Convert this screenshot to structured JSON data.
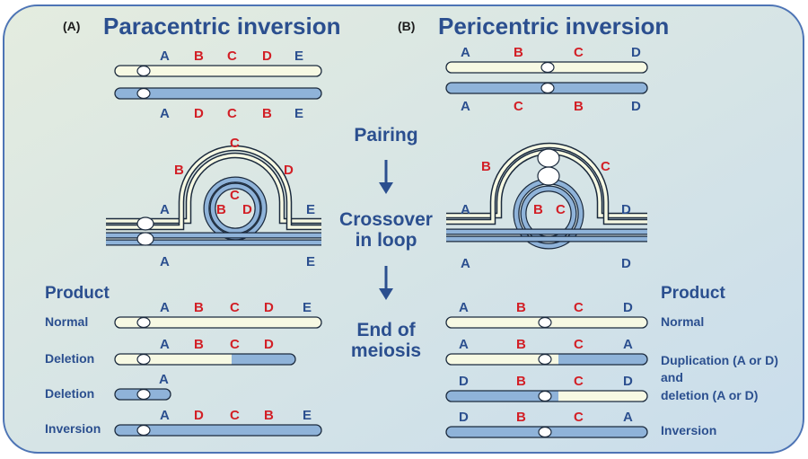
{
  "panel_a": {
    "tag": "(A)",
    "title": "Paracentric inversion",
    "top_chromosome": [
      "A",
      "B",
      "C",
      "D",
      "E"
    ],
    "bottom_chromosome": [
      "A",
      "D",
      "C",
      "B",
      "E"
    ],
    "loop_outer": [
      "C",
      "B",
      "D",
      "A",
      "E"
    ],
    "loop_inner": [
      "C",
      "B",
      "D"
    ],
    "loop_bottom": [
      "A",
      "E"
    ],
    "product_heading": "Product",
    "products": [
      {
        "label": "Normal",
        "genes": [
          "A",
          "B",
          "C",
          "D",
          "E"
        ]
      },
      {
        "label": "Deletion",
        "genes": [
          "A",
          "B",
          "C",
          "D"
        ]
      },
      {
        "label": "Deletion",
        "genes": [
          "A"
        ]
      },
      {
        "label": "Inversion",
        "genes": [
          "A",
          "D",
          "C",
          "B",
          "E"
        ]
      }
    ]
  },
  "panel_b": {
    "tag": "(B)",
    "title": "Pericentric inversion",
    "top_chromosome": [
      "A",
      "B",
      "C",
      "D"
    ],
    "bottom_chromosome": [
      "A",
      "C",
      "B",
      "D"
    ],
    "loop_outer": [
      "B",
      "C",
      "A",
      "D"
    ],
    "loop_inner": [
      "B",
      "C"
    ],
    "loop_bottom": [
      "A",
      "D"
    ],
    "product_heading": "Product",
    "products": [
      {
        "genes": [
          "A",
          "B",
          "C",
          "D"
        ]
      },
      {
        "genes": [
          "A",
          "B",
          "C",
          "A"
        ]
      },
      {
        "genes": [
          "D",
          "B",
          "C",
          "D"
        ]
      },
      {
        "genes": [
          "D",
          "B",
          "C",
          "A"
        ]
      }
    ],
    "product_labels": {
      "normal": "Normal",
      "dup_line1": "Duplication (A or D)",
      "dup_line2": "and",
      "dup_line3": "deletion (A or D)",
      "inversion": "Inversion"
    }
  },
  "steps": {
    "pairing": "Pairing",
    "crossover_line1": "Crossover",
    "crossover_line2": "in loop",
    "end_line1": "End of",
    "end_line2": "meiosis"
  },
  "colors": {
    "normal_segment": "#f7f9e3",
    "inverted_segment": "#8fb3d9",
    "gene_label_blue": "#2b4f8f",
    "gene_label_red": "#d21f26",
    "background": "#dbe9e3"
  }
}
